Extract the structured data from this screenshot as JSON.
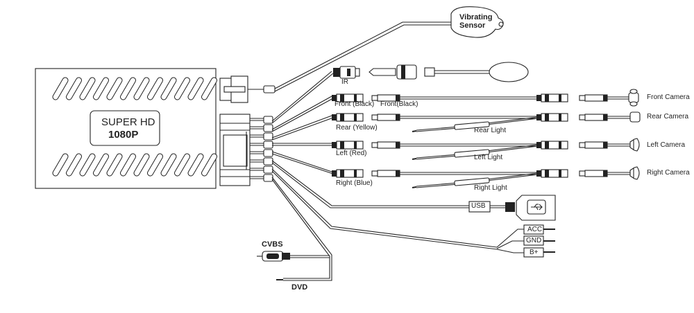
{
  "unit": {
    "line1": "SUPER HD",
    "line2": "1080P"
  },
  "vibrating_sensor": {
    "line1": "Vibrating",
    "line2": "Sensor"
  },
  "ir_label": "IR",
  "channels": [
    {
      "input_label": "Front (Black)",
      "extension_label": "Front(Black)",
      "light_label": "",
      "camera_label": "Front Camera"
    },
    {
      "input_label": "Rear (Yellow)",
      "extension_label": "",
      "light_label": "Rear Light",
      "camera_label": "Rear Camera"
    },
    {
      "input_label": "Left (Red)",
      "extension_label": "",
      "light_label": "Left Light",
      "camera_label": "Left Camera"
    },
    {
      "input_label": "Right (Blue)",
      "extension_label": "",
      "light_label": "Right Light",
      "camera_label": "Right Camera"
    }
  ],
  "usb_label": "USB",
  "power": {
    "acc": "ACC",
    "gnd": "GND",
    "bplus": "B+"
  },
  "cvbs_label": "CVBS",
  "dvd_label": "DVD"
}
